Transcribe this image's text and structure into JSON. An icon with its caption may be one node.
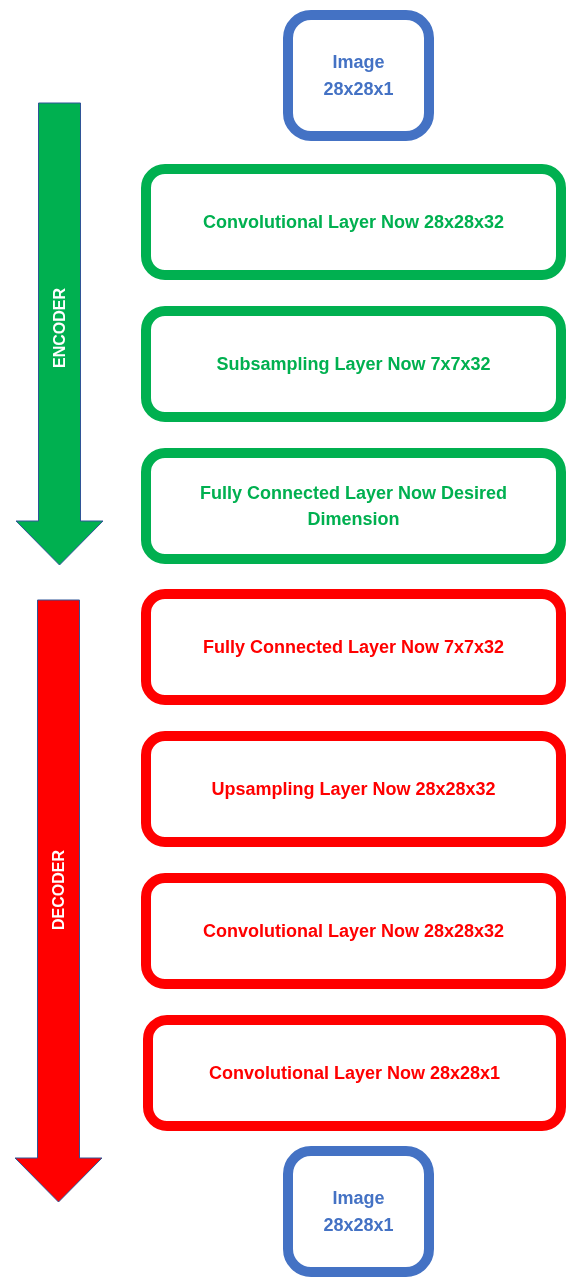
{
  "diagram": {
    "nodes": [
      {
        "text": [
          "Image 28x28x1"
        ]
      },
      {
        "text": [
          "ENCODER"
        ]
      },
      {
        "text": [
          "Convolutional Layer Now 28x28x32"
        ]
      },
      {
        "text": [
          "Subsampling Layer Now 7x7x32"
        ]
      },
      {
        "text": [
          "Fully Connected Layer Now Desired Dimension"
        ]
      },
      {
        "text": [
          "DECODER"
        ]
      },
      {
        "text": [
          "Fully Connected Layer Now 7x7x32"
        ]
      },
      {
        "text": [
          "Upsampling Layer Now 28x28x32"
        ]
      },
      {
        "text": [
          "Convolutional Layer Now 28x28x32"
        ]
      },
      {
        "text": [
          "Convolutional Layer Now 28x28x1"
        ]
      },
      {
        "text": [
          "Image 28x28x1"
        ]
      }
    ]
  }
}
